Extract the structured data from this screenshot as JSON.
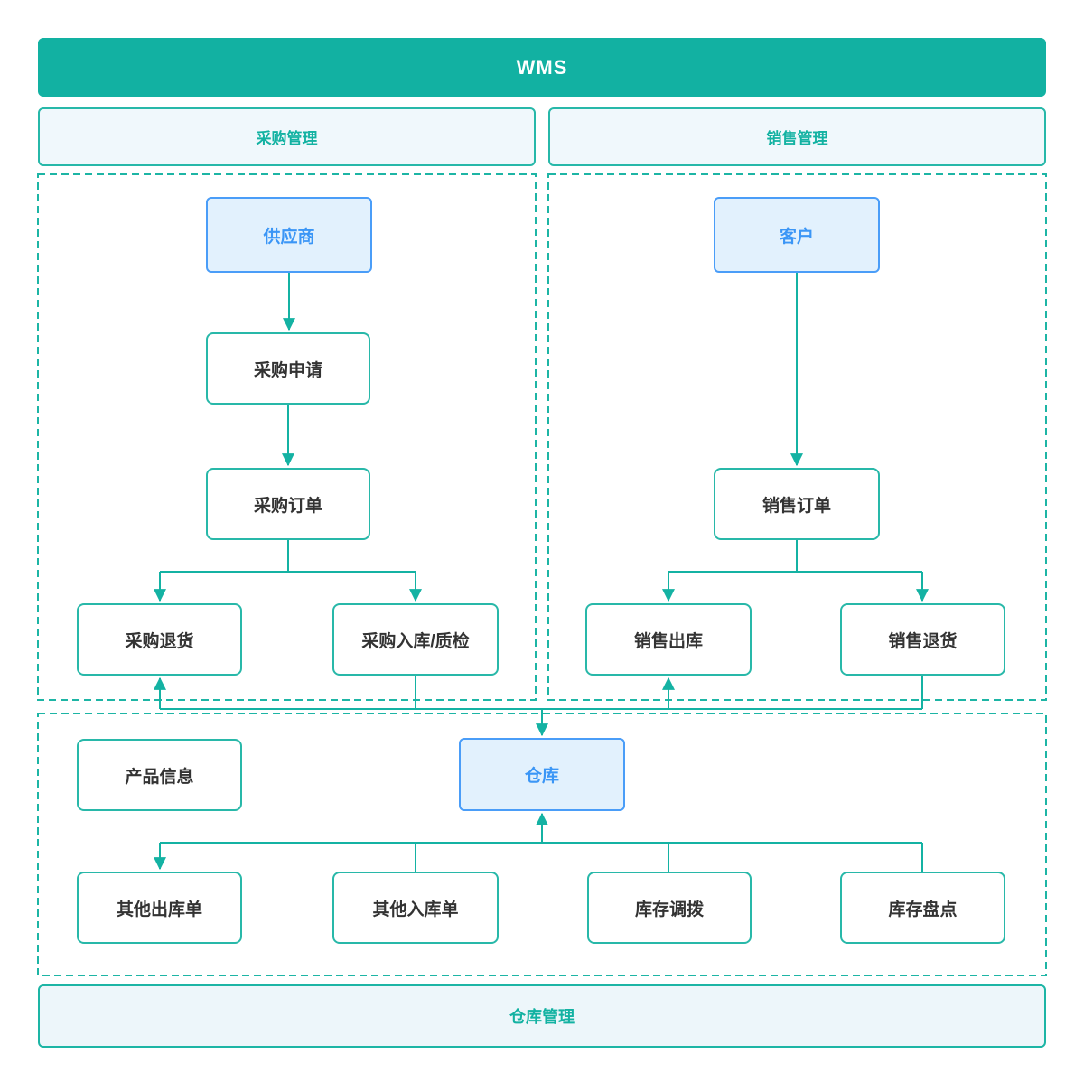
{
  "title": "WMS",
  "colors": {
    "teal": "#12b1a2",
    "teal_line": "#14b2a3",
    "teal_border": "#28b8a9",
    "header_bg": "#f0f8fc",
    "footer_bg": "#edf6fa",
    "blue_text": "#3b96f6",
    "blue_border": "#4a9df8",
    "blue_bg": "#e2f1fd",
    "node_text": "#333333"
  },
  "sections": {
    "purchase": {
      "label": "采购管理"
    },
    "sales": {
      "label": "销售管理"
    },
    "warehouse": {
      "label": "仓库管理"
    }
  },
  "nodes": {
    "supplier": {
      "label": "供应商",
      "type": "entity"
    },
    "customer": {
      "label": "客户",
      "type": "entity"
    },
    "purchase_request": {
      "label": "采购申请",
      "type": "process"
    },
    "purchase_order": {
      "label": "采购订单",
      "type": "process"
    },
    "purchase_return": {
      "label": "采购退货",
      "type": "process"
    },
    "purchase_inbound_qc": {
      "label": "采购入库/质检",
      "type": "process"
    },
    "sales_order": {
      "label": "销售订单",
      "type": "process"
    },
    "sales_outbound": {
      "label": "销售出库",
      "type": "process"
    },
    "sales_return": {
      "label": "销售退货",
      "type": "process"
    },
    "product_info": {
      "label": "产品信息",
      "type": "process"
    },
    "warehouse": {
      "label": "仓库",
      "type": "entity"
    },
    "other_outbound": {
      "label": "其他出库单",
      "type": "process"
    },
    "other_inbound": {
      "label": "其他入库单",
      "type": "process"
    },
    "inventory_transfer": {
      "label": "库存调拨",
      "type": "process"
    },
    "inventory_count": {
      "label": "库存盘点",
      "type": "process"
    }
  },
  "edges": [
    "供应商 → 采购申请",
    "采购申请 → 采购订单",
    "采购订单 → 采购退货",
    "采购订单 → 采购入库/质检",
    "客户 → 销售订单",
    "销售订单 → 销售出库",
    "销售订单 → 销售退货",
    "采购入库/质检 → 仓库",
    "采购入库/质检 → 采购退货",
    "销售退货 → 仓库",
    "仓库 → 销售出库",
    "其他入库单 → 仓库",
    "库存调拨 → 仓库",
    "库存盘点 → 仓库",
    "仓库 → 其他出库单"
  ]
}
